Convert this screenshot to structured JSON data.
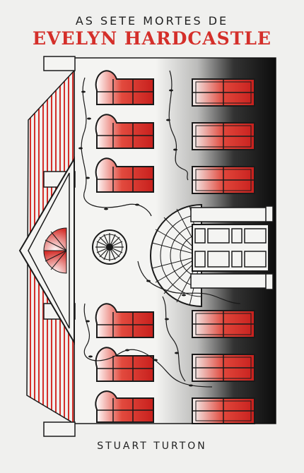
{
  "cover": {
    "subtitle": "AS SETE MORTES DE",
    "title": "EVELYN HARDCASTLE",
    "author": "STUART TURTON"
  },
  "colors": {
    "background": "#f0f0ee",
    "ink": "#1a1a1a",
    "accent_red": "#d42f2a"
  }
}
